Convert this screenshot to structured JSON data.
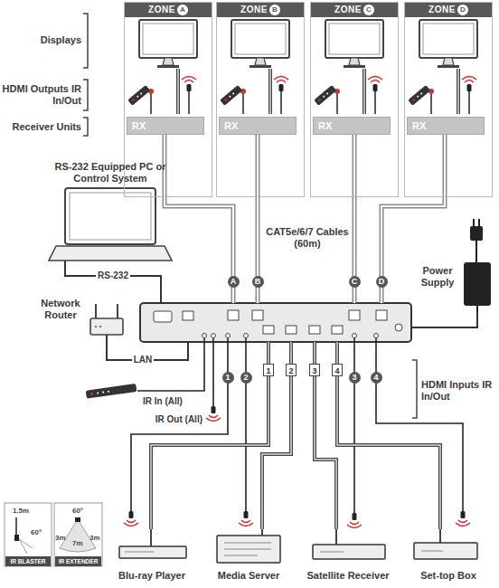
{
  "diagram": {
    "nodes": [
      {
        "text": [
          "ZONE",
          "A"
        ]
      },
      {
        "text": [
          "ZONE",
          "B"
        ]
      },
      {
        "text": [
          "ZONE",
          "C"
        ]
      },
      {
        "text": [
          "ZONE",
          "D"
        ]
      },
      {
        "text": [
          "RX"
        ],
        "in": 0
      },
      {
        "text": [
          "RX"
        ],
        "in": 1
      },
      {
        "text": [
          "RX"
        ],
        "in": 2
      },
      {
        "text": [
          "RX"
        ],
        "in": 3
      },
      {
        "text": [
          "RS-232 Equipped PC or Control System"
        ]
      },
      {
        "text": [
          "Network Router"
        ]
      },
      {
        "text": [
          "1",
          "2",
          "3",
          "4"
        ]
      },
      {
        "text": [
          "Power Supply"
        ]
      },
      {
        "text": [
          "Blu-ray Player"
        ]
      },
      {
        "text": [
          "Media Server"
        ]
      },
      {
        "text": [
          "Satellite Receiver"
        ]
      },
      {
        "text": [
          "Set-top Box"
        ]
      }
    ],
    "edges": [
      {
        "from": 4,
        "to": 10,
        "label": "A",
        "arrow": "none"
      },
      {
        "from": 5,
        "to": 10,
        "label": "B",
        "arrow": "none"
      },
      {
        "from": 6,
        "to": 10,
        "label": "C",
        "arrow": "none"
      },
      {
        "from": 7,
        "to": 10,
        "label": "D",
        "arrow": "none"
      },
      {
        "from": 8,
        "to": 10,
        "label": "RS-232",
        "arrow": "none"
      },
      {
        "from": 9,
        "to": 10,
        "label": "LAN",
        "arrow": "none"
      },
      {
        "from": 11,
        "to": 10,
        "arrow": "none"
      },
      {
        "from": 12,
        "to": 10,
        "arrow": "none"
      },
      {
        "from": 13,
        "to": 10,
        "arrow": "none"
      },
      {
        "from": 14,
        "to": 10,
        "arrow": "none"
      },
      {
        "from": 15,
        "to": 10,
        "arrow": "none"
      }
    ],
    "labels": [
      "Displays",
      "HDMI Outputs IR In/Out",
      "Receiver Units",
      "CAT5e/6/7 Cables (60m)",
      "HDMI Inputs IR In/Out",
      "IR In (All)",
      "IR Out (All)",
      "1",
      "2",
      "3",
      "4",
      "1.5m",
      "60°",
      "60°",
      "3m",
      "7m",
      "3m",
      "IR BLASTER",
      "IR EXTENDER"
    ]
  }
}
